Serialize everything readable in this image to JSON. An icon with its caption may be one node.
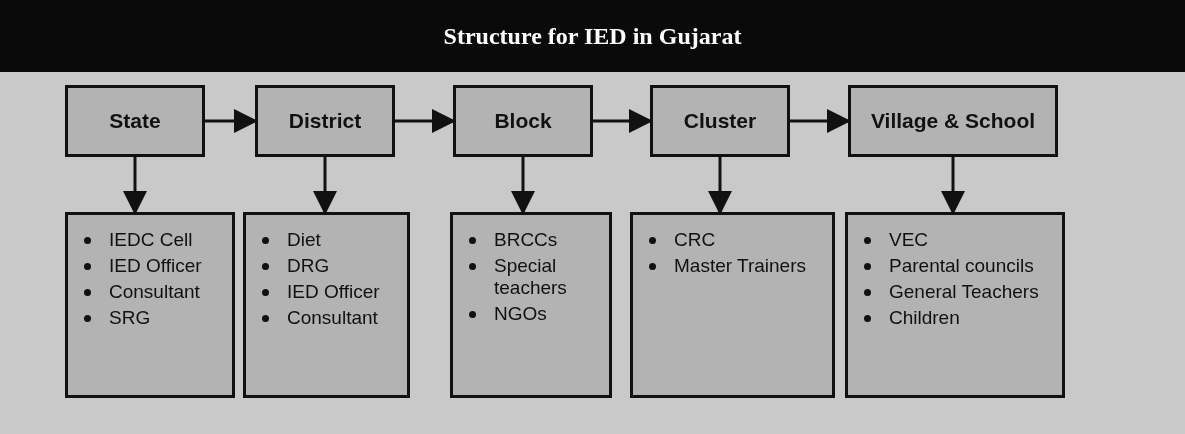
{
  "diagram": {
    "title": "Structure for IED in Gujarat",
    "nodes": [
      {
        "text": [
          "State"
        ]
      },
      {
        "text": [
          "District"
        ]
      },
      {
        "text": [
          "Block"
        ]
      },
      {
        "text": [
          "Cluster"
        ]
      },
      {
        "text": [
          "Village & School"
        ]
      },
      {
        "text": [
          "IEDC Cell",
          "IED Officer",
          "Consultant",
          "SRG"
        ]
      },
      {
        "text": [
          "Diet",
          "DRG",
          "IED Officer",
          "Consultant"
        ]
      },
      {
        "text": [
          "BRCCs",
          "Special teachers",
          "NGOs"
        ]
      },
      {
        "text": [
          "CRC",
          "Master Trainers"
        ]
      },
      {
        "text": [
          "VEC",
          "Parental councils",
          "General Teachers",
          "Children"
        ]
      }
    ],
    "edges": [
      {
        "from": 0,
        "to": 1,
        "arrow": "to"
      },
      {
        "from": 1,
        "to": 2,
        "arrow": "to"
      },
      {
        "from": 2,
        "to": 3,
        "arrow": "to"
      },
      {
        "from": 3,
        "to": 4,
        "arrow": "to"
      },
      {
        "from": 0,
        "to": 5,
        "arrow": "to"
      },
      {
        "from": 1,
        "to": 6,
        "arrow": "to"
      },
      {
        "from": 2,
        "to": 7,
        "arrow": "to"
      },
      {
        "from": 3,
        "to": 8,
        "arrow": "to"
      },
      {
        "from": 4,
        "to": 9,
        "arrow": "to"
      }
    ]
  }
}
